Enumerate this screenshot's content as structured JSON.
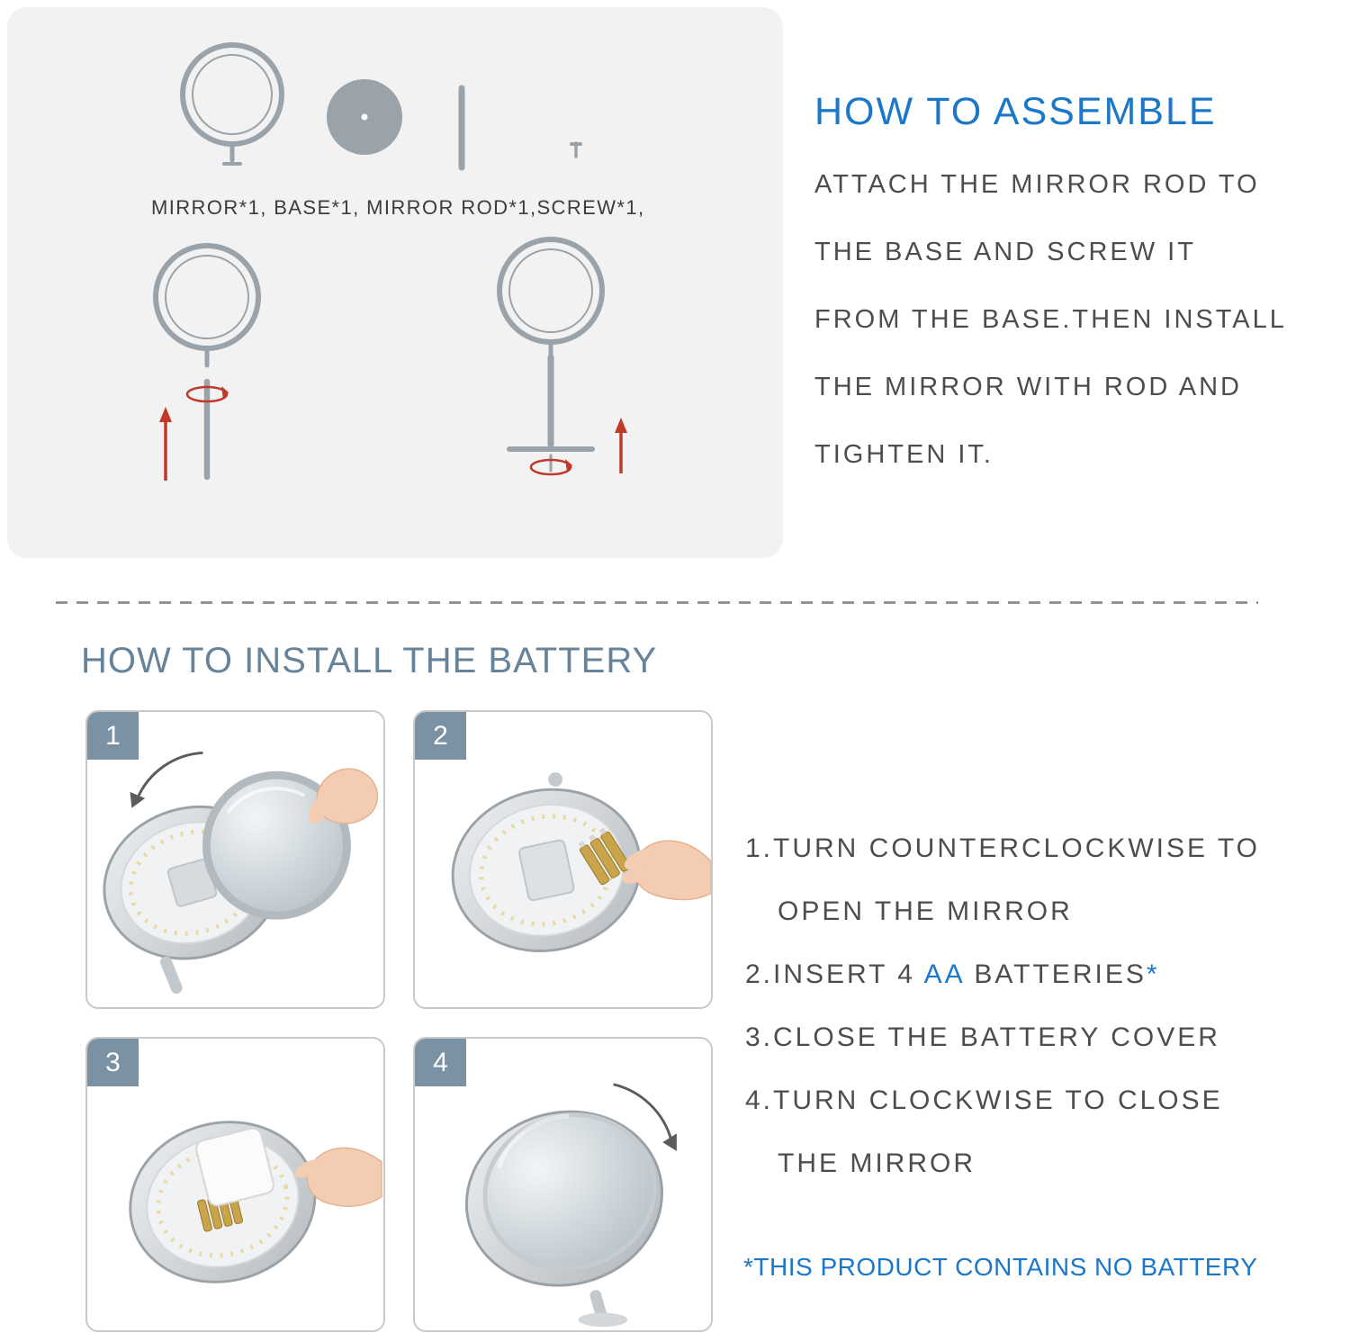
{
  "colors": {
    "accent_blue": "#1b78c8",
    "heading_slate": "#67839a",
    "badge_slate": "#7b92a5",
    "body_text": "#4d4d4d",
    "arrow_red": "#c0392b",
    "illustration_gray": "#9aa3a9",
    "panel_background": "#f2f2f2"
  },
  "assembly": {
    "parts_label": "MIRROR*1, BASE*1,  MIRROR ROD*1,SCREW*1,",
    "title": "HOW TO ASSEMBLE",
    "body_lines": [
      "ATTACH THE MIRROR ROD TO",
      "THE BASE AND SCREW IT",
      "FROM THE BASE.THEN INSTALL",
      "THE MIRROR WITH ROD AND",
      "TIGHTEN IT."
    ]
  },
  "battery": {
    "title": "HOW TO INSTALL THE BATTERY",
    "panels": [
      {
        "number": "1"
      },
      {
        "number": "2"
      },
      {
        "number": "3"
      },
      {
        "number": "4"
      }
    ],
    "steps": {
      "line1a": "1.TURN COUNTERCLOCKWISE TO",
      "line1b": "OPEN THE MIRROR",
      "line2_prefix": "2.INSERT 4 ",
      "line2_highlight": "AA",
      "line2_mid": " BATTERIES",
      "line2_asterisk": "*",
      "line3": "3.CLOSE THE BATTERY COVER",
      "line4a": "4.TURN CLOCKWISE TO CLOSE",
      "line4b": "THE MIRROR",
      "footnote": "*THIS PRODUCT CONTAINS NO BATTERY"
    }
  },
  "icons": {
    "rotation_arrow": "↻",
    "up_arrow": "↑",
    "counterclockwise_arrow": "↺",
    "clockwise_arrow": "↻"
  }
}
